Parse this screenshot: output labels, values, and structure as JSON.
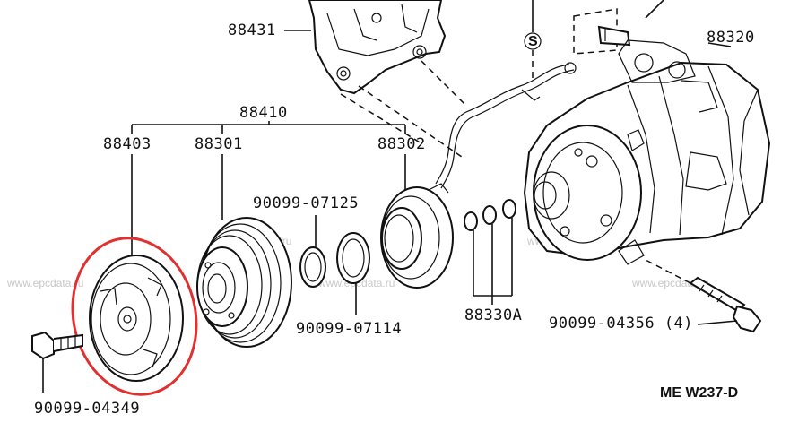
{
  "labels": {
    "bracket": "88431",
    "compressor": "88320",
    "clutch_group": "88410",
    "pressure_plate": "88403",
    "pulley": "88301",
    "stator": "88302",
    "snap_ring_upper": "90099-07125",
    "snap_ring_lower": "90099-07114",
    "shims": "88330A",
    "bolt_right": "90099-04356 (4)",
    "bolt_left": "90099-04349",
    "diagram_code": "ME W237-D"
  },
  "watermark": "www.epcdata.ru",
  "highlight_color": "#e03030"
}
